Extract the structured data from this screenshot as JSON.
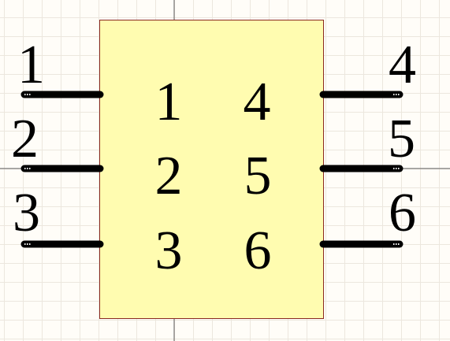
{
  "colors": {
    "background": "#FFFDF8",
    "grid": "#ECE7DE",
    "crosshair": "#5A5A5A",
    "body_fill": "#FFFCB0",
    "body_stroke": "#8B2A20",
    "pin": "#000000",
    "pin_end": "#FFFFFF",
    "text": "#000000"
  },
  "component": {
    "pins": [
      {
        "number": "1",
        "side": "left"
      },
      {
        "number": "2",
        "side": "left"
      },
      {
        "number": "3",
        "side": "left"
      },
      {
        "number": "4",
        "side": "right"
      },
      {
        "number": "5",
        "side": "right"
      },
      {
        "number": "6",
        "side": "right"
      }
    ],
    "inner_labels": [
      {
        "text": "1"
      },
      {
        "text": "2"
      },
      {
        "text": "3"
      },
      {
        "text": "4"
      },
      {
        "text": "5"
      },
      {
        "text": "6"
      }
    ]
  }
}
